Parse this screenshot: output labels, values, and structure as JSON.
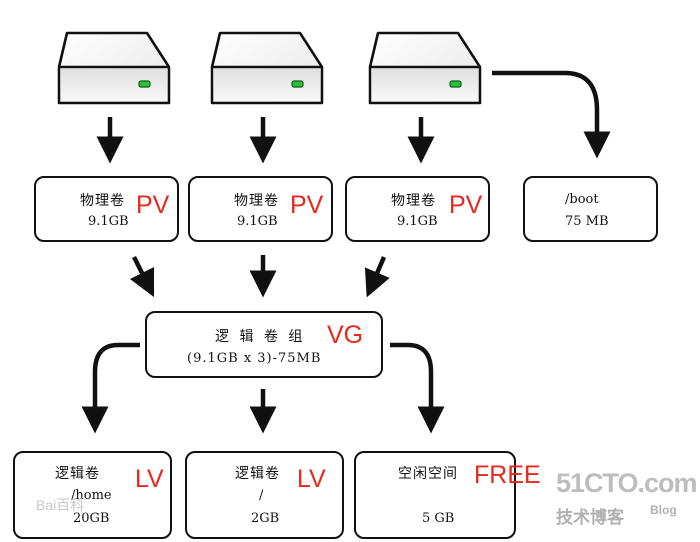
{
  "disks": [
    {
      "icon": "hard-disk-icon"
    },
    {
      "icon": "hard-disk-icon"
    },
    {
      "icon": "hard-disk-icon"
    }
  ],
  "pv_boxes": [
    {
      "label": "物理卷",
      "size": "9.1GB",
      "tag": "PV"
    },
    {
      "label": "物理卷",
      "size": "9.1GB",
      "tag": "PV"
    },
    {
      "label": "物理卷",
      "size": "9.1GB",
      "tag": "PV"
    }
  ],
  "boot_box": {
    "path": "/boot",
    "size": "75 MB"
  },
  "vg_box": {
    "label": "逻 辑 卷 组",
    "tag": "VG",
    "formula": "(9.1GB x 3)-75MB"
  },
  "lv_boxes": [
    {
      "label": "逻辑卷",
      "tag": "LV",
      "mount": "/home",
      "size": "20GB"
    },
    {
      "label": "逻辑卷",
      "tag": "LV",
      "mount": "/",
      "size": "2GB"
    }
  ],
  "free_box": {
    "label": "空闲空间",
    "tag": "FREE",
    "size": "5 GB"
  },
  "watermarks": {
    "site": "51CTO.com",
    "site_sub": "技术博客",
    "blog": "Blog",
    "baidu": "Bai百科"
  },
  "colors": {
    "accent": "#e8281e",
    "line": "#111111",
    "disk_body": "#f4f4f4",
    "led": "#2fbf3a"
  }
}
